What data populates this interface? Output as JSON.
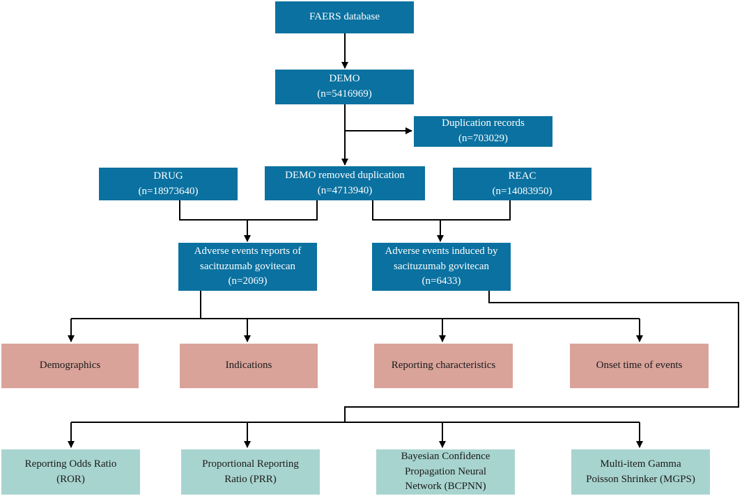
{
  "colors": {
    "data_box": "#0a71a0",
    "analysis_box": "#d9a39a",
    "algorithm_box": "#a8d4cf",
    "connector": "#000000"
  },
  "nodes": {
    "faers": {
      "line1": "FAERS database"
    },
    "demo": {
      "line1": "DEMO",
      "line2": "(n=5416969)"
    },
    "duplication": {
      "line1": "Duplication  records",
      "line2": "(n=703029)"
    },
    "drug": {
      "line1": "DRUG",
      "line2": "(n=18973640)"
    },
    "demo_removed": {
      "line1": "DEMO  removed  duplication",
      "line2": "(n=4713940)"
    },
    "reac": {
      "line1": "REAC",
      "line2": "(n=14083950)"
    },
    "ae_reports": {
      "line1": "Adverse  events  reports  of",
      "line2": "sacituzumab  govitecan",
      "line3": "(n=2069)"
    },
    "ae_induced": {
      "line1": "Adverse  events  induced  by",
      "line2": "sacituzumab  govitecan",
      "line3": "(n=6433)"
    },
    "demographics": {
      "line1": "Demographics"
    },
    "indications": {
      "line1": "Indications"
    },
    "reporting_characteristics": {
      "line1": "Reporting  characteristics"
    },
    "onset_time": {
      "line1": "Onset  time  of  events"
    },
    "ror": {
      "line1": "Reporting  Odds Ratio",
      "line2": "(ROR)"
    },
    "prr": {
      "line1": "Proportional  Reporting",
      "line2": "Ratio  (PRR)"
    },
    "bcpnn": {
      "line1": "Bayesian  Confidence",
      "line2": "Propagation  Neural",
      "line3": "Network  (BCPNN)"
    },
    "mgps": {
      "line1": "Multi-item  Gamma",
      "line2": "Poisson  Shrinker  (MGPS)"
    }
  }
}
